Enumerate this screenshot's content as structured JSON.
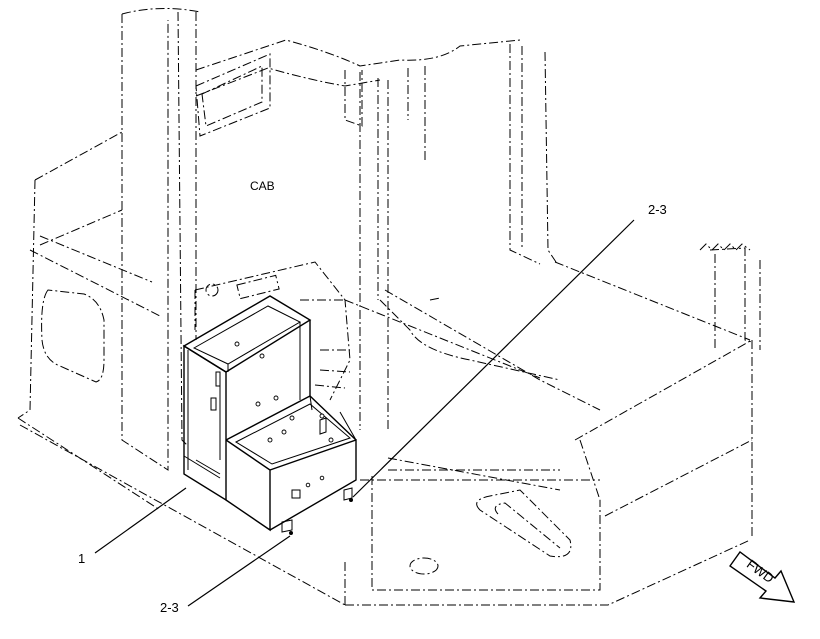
{
  "diagram": {
    "cab_label": "CAB",
    "callouts": {
      "part_1": "1",
      "part_2_3_upper": "2-3",
      "part_2_3_lower": "2-3"
    },
    "direction_arrow_label": "FWD"
  }
}
